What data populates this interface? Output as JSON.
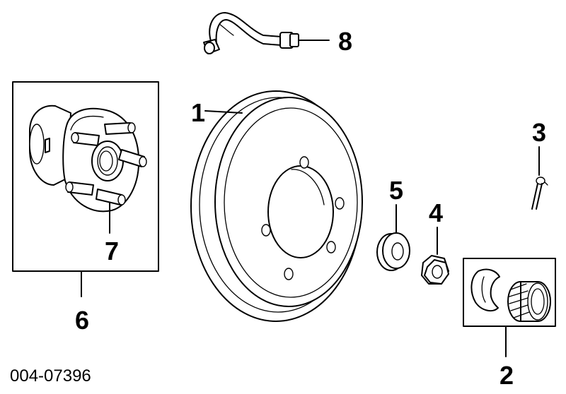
{
  "diagram": {
    "reference_code": "004-07396",
    "callouts": [
      {
        "id": "1",
        "label": "1"
      },
      {
        "id": "2",
        "label": "2"
      },
      {
        "id": "3",
        "label": "3"
      },
      {
        "id": "4",
        "label": "4"
      },
      {
        "id": "5",
        "label": "5"
      },
      {
        "id": "6",
        "label": "6"
      },
      {
        "id": "7",
        "label": "7"
      },
      {
        "id": "8",
        "label": "8"
      }
    ]
  }
}
